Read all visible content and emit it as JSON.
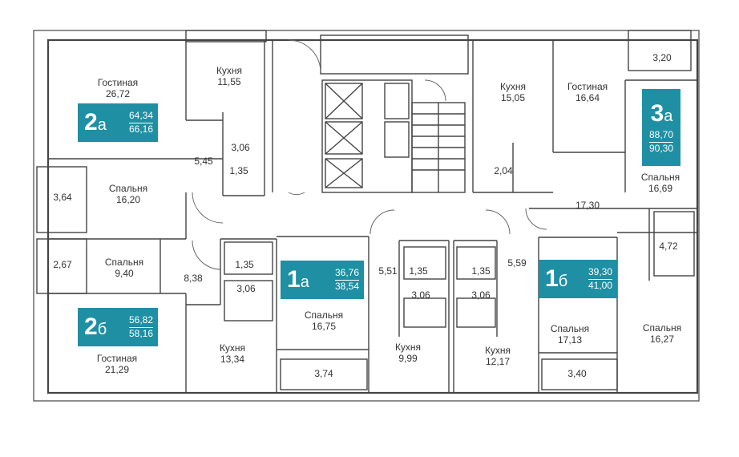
{
  "apartments": [
    {
      "id": "2a",
      "num": "2",
      "letter": "а",
      "area_living": "64,34",
      "area_total": "66,16"
    },
    {
      "id": "2b",
      "num": "2",
      "letter": "б",
      "area_living": "56,82",
      "area_total": "58,16"
    },
    {
      "id": "1a",
      "num": "1",
      "letter": "а",
      "area_living": "36,76",
      "area_total": "38,54"
    },
    {
      "id": "1b",
      "num": "1",
      "letter": "б",
      "area_living": "39,30",
      "area_total": "41,00"
    },
    {
      "id": "3a",
      "num": "3",
      "letter": "а",
      "area_living": "88,70",
      "area_total": "90,30"
    }
  ],
  "rooms": {
    "gostinaya_2a": {
      "name": "Гостиная",
      "area": "26,72"
    },
    "kukhnya_2a": {
      "name": "Кухня",
      "area": "11,55"
    },
    "spalnya_2a": {
      "name": "Спальня",
      "area": "16,20"
    },
    "spalnya_2b": {
      "name": "Спальня",
      "area": "9,40"
    },
    "gostinaya_2b": {
      "name": "Гостиная",
      "area": "21,29"
    },
    "kukhnya_2b": {
      "name": "Кухня",
      "area": "13,34"
    },
    "spalnya_1a": {
      "name": "Спальня",
      "area": "16,75"
    },
    "kukhnya_1a": {
      "name": "Кухня",
      "area": "9,99"
    },
    "kukhnya_1b": {
      "name": "Кухня",
      "area": "12,17"
    },
    "spalnya_1b": {
      "name": "Спальня",
      "area": "17,13"
    },
    "kukhnya_3a": {
      "name": "Кухня",
      "area": "15,05"
    },
    "gostinaya_3a": {
      "name": "Гостиная",
      "area": "16,64"
    },
    "spalnya_3a_1": {
      "name": "Спальня",
      "area": "16,69"
    },
    "spalnya_3a_2": {
      "name": "Спальня",
      "area": "16,27"
    }
  },
  "small_areas": {
    "bath_2a": "3,06",
    "wc_2a": "1,35",
    "hall_2a": "5,45",
    "balcony_left_1": "3,64",
    "balcony_left_2": "2,67",
    "hall_2b": "8,38",
    "wc_2b": "1,35",
    "bath_2b": "3,06",
    "balcony_1a": "3,74",
    "hall_1a": "5,51",
    "wc_1a": "1,35",
    "bath_1a": "3,06",
    "wc_1b": "1,35",
    "bath_1b": "3,06",
    "hall_1b": "5,59",
    "balcony_1b": "3,40",
    "wc_3a": "2,04",
    "hall_3a": "17,30",
    "bath_3a": "4,72",
    "balcony_3a": "3,20"
  }
}
